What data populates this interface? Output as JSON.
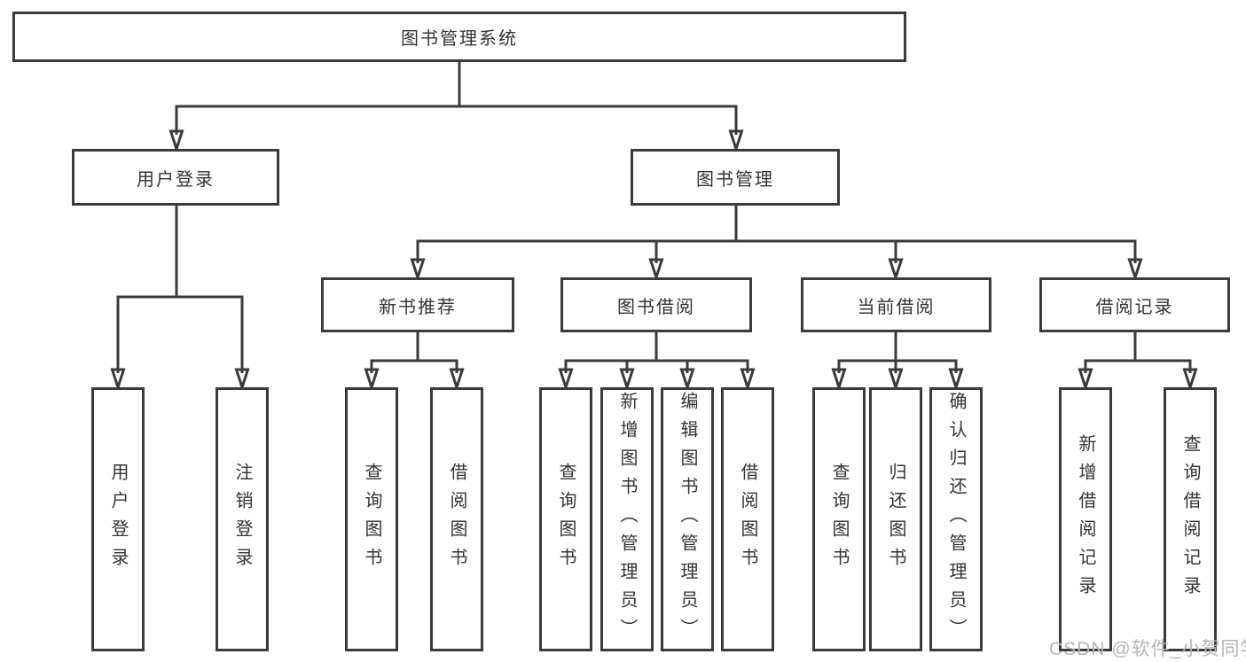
{
  "tree": {
    "label": "图书管理系统",
    "children": [
      {
        "label": "用户登录",
        "children": [
          {
            "label": "用户登录"
          },
          {
            "label": "注销登录"
          }
        ]
      },
      {
        "label": "图书管理",
        "children": [
          {
            "label": "新书推荐",
            "children": [
              {
                "label": "查询图书"
              },
              {
                "label": "借阅图书"
              }
            ]
          },
          {
            "label": "图书借阅",
            "children": [
              {
                "label": "查询图书"
              },
              {
                "label": "新增图书（管理员）"
              },
              {
                "label": "编辑图书（管理员）"
              },
              {
                "label": "借阅图书"
              }
            ]
          },
          {
            "label": "当前借阅",
            "children": [
              {
                "label": "查询图书"
              },
              {
                "label": "归还图书"
              },
              {
                "label": "确认归还（管理员）"
              }
            ]
          },
          {
            "label": "借阅记录",
            "children": [
              {
                "label": "新增借阅记录"
              },
              {
                "label": "查询借阅记录"
              }
            ]
          }
        ]
      }
    ]
  },
  "watermark": "CSDN @软件_小贺同学",
  "colors": {
    "line": "#3b3b3b",
    "text": "#333333",
    "background": "#ffffff",
    "watermark": "#b5b5b5"
  }
}
